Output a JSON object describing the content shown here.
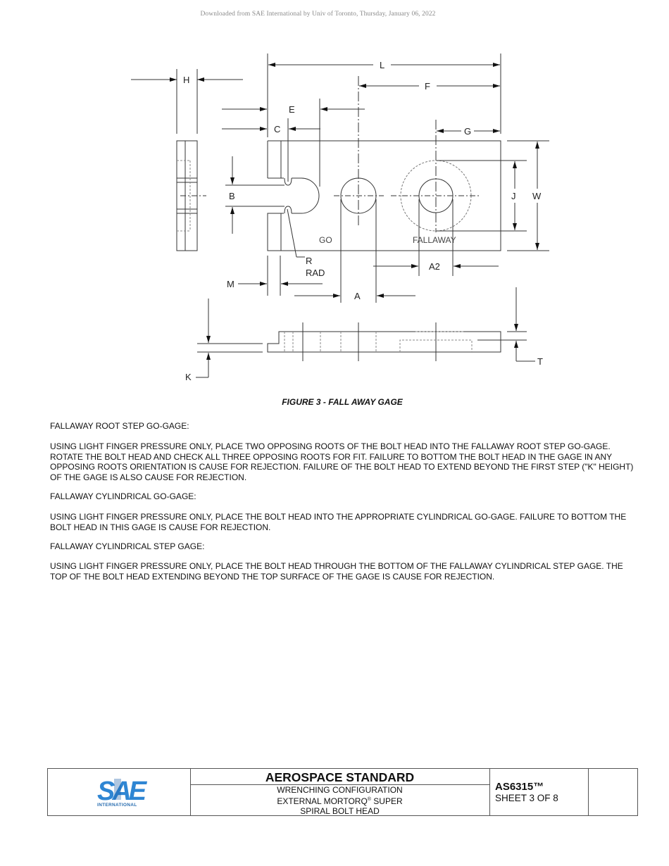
{
  "header": {
    "watermark": "Downloaded from SAE International by Univ of Toronto, Thursday, January 06, 2022"
  },
  "figure": {
    "caption": "FIGURE 3 - FALL AWAY GAGE",
    "dimension_labels": {
      "H": "H",
      "L": "L",
      "F": "F",
      "E": "E",
      "C": "C",
      "G": "G",
      "B": "B",
      "J": "J",
      "W": "W",
      "R": "R",
      "RAD": "RAD",
      "M": "M",
      "A": "A",
      "A2": "A2",
      "K": "K",
      "T": "T"
    },
    "part_labels": {
      "go": "GO",
      "fallaway": "FALLAWAY"
    }
  },
  "body": {
    "sections": [
      {
        "heading": "FALLAWAY ROOT STEP GO-GAGE:",
        "text": "USING LIGHT FINGER PRESSURE ONLY, PLACE TWO OPPOSING ROOTS OF THE BOLT HEAD INTO THE FALLAWAY ROOT STEP GO-GAGE. ROTATE THE BOLT HEAD AND CHECK ALL THREE OPPOSING ROOTS FOR FIT. FAILURE TO BOTTOM THE BOLT HEAD IN THE GAGE IN ANY OPPOSING ROOTS ORIENTATION IS CAUSE FOR REJECTION. FAILURE OF THE BOLT HEAD TO EXTEND BEYOND THE FIRST STEP (\"K\" HEIGHT) OF THE GAGE IS ALSO CAUSE FOR REJECTION."
      },
      {
        "heading": "FALLAWAY CYLINDRICAL GO-GAGE:",
        "text": "USING LIGHT FINGER PRESSURE ONLY, PLACE THE BOLT HEAD INTO THE APPROPRIATE CYLINDRICAL GO-GAGE. FAILURE TO BOTTOM THE BOLT HEAD IN THIS GAGE IS CAUSE FOR REJECTION."
      },
      {
        "heading": "FALLAWAY CYLINDRICAL STEP GAGE:",
        "text": "USING LIGHT FINGER PRESSURE ONLY, PLACE THE BOLT HEAD THROUGH THE BOTTOM OF THE FALLAWAY CYLINDRICAL STEP GAGE. THE TOP OF THE BOLT HEAD EXTENDING BEYOND THE TOP SURFACE OF THE GAGE IS CAUSE FOR REJECTION."
      }
    ]
  },
  "title_block": {
    "logo_text": "INTERNATIONAL",
    "logo_color": "#2a7fc9",
    "standard_type": "AEROSPACE STANDARD",
    "title_line1": "WRENCHING CONFIGURATION",
    "title_line2_pre": "EXTERNAL MORTORQ",
    "title_line2_reg": "®",
    "title_line2_post": " SUPER",
    "title_line3": "SPIRAL BOLT HEAD",
    "doc_number": "AS6315™",
    "sheet": "SHEET 3 OF 8"
  }
}
